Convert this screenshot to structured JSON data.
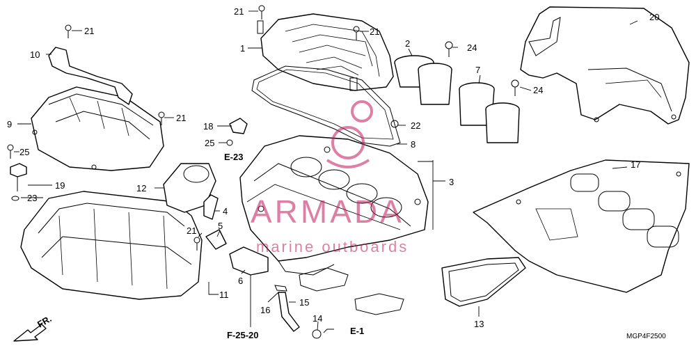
{
  "callouts": {
    "c1": "1",
    "c2": "2",
    "c3": "3",
    "c4": "4",
    "c5": "5",
    "c6": "6",
    "c7": "7",
    "c8": "8",
    "c9": "9",
    "c10": "10",
    "c11": "11",
    "c12": "12",
    "c13": "13",
    "c14": "14",
    "c15": "15",
    "c16": "16",
    "c17": "17",
    "c18": "18",
    "c19": "19",
    "c20": "20",
    "c21a": "21",
    "c21b": "21",
    "c21c": "21",
    "c21d": "21",
    "c21e": "21",
    "c22": "22",
    "c23a": "23",
    "c23b": "23",
    "c24a": "24",
    "c24b": "24",
    "c25a": "25",
    "c25b": "25"
  },
  "references": {
    "e23": "E-23",
    "e1": "E-1",
    "f2520": "F-25-20"
  },
  "front_marker": "FR.",
  "diagram_code": "MGP4F2500",
  "watermark": {
    "title": "ARMADA",
    "subtitle": "marine outboards",
    "color": "#c2185b"
  }
}
